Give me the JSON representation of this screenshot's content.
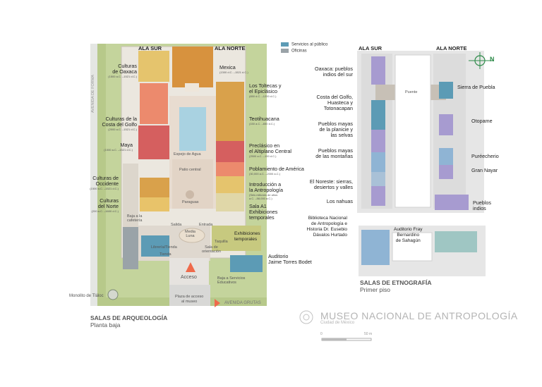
{
  "legend": [
    {
      "label": "Servicios al público",
      "color": "#5c9bb5"
    },
    {
      "label": "Oficinas",
      "color": "#9aa3a8"
    }
  ],
  "ground_floor": {
    "headers": {
      "south": "ALA SUR",
      "north": "ALA NORTE"
    },
    "street": "AVENIDA DE FORMA",
    "rooms_left": [
      {
        "name": "Culturas\nde Oaxaca",
        "dates": "(1500 a.C. –1521 d.C.)"
      },
      {
        "name": "Culturas de la\nCosta del Golfo",
        "dates": "(2000 a.C. –1521 d.C.)"
      },
      {
        "name": "Maya",
        "dates": "(1000 a.C. –1521 d.C.)"
      },
      {
        "name": "Culturas de\nOccidente",
        "dates": "(1500 a.C. –1521 d.C.)"
      },
      {
        "name": "Culturas\ndel Norte",
        "dates": "(200 a.C. –1600 d.C.)"
      }
    ],
    "rooms_right": [
      {
        "name": "Mexica",
        "dates": "(1300 d.C. –1521 d.C.)"
      },
      {
        "name": "Los Toltecas y\nel Epiclásico",
        "dates": "(650 d.C. –1200 d.C.)"
      },
      {
        "name": "Teotihuacana",
        "dates": "(150 a.C. –650 d.C.)"
      },
      {
        "name": "Preclásico en\nel Altiplano Central",
        "dates": "(2500 a.C. –100 d.C.)"
      },
      {
        "name": "Poblamiento de América",
        "dates": "(30,000 a.C. –2000 a.C.)"
      },
      {
        "name": "Introducción a\nla Antropología",
        "dates": "(Seis millones de años\na.C. –58,000 a.C.)"
      },
      {
        "name": "Sala A1\nExhibiciones\ntemporales",
        "dates": ""
      }
    ],
    "inner": {
      "mirror": "Espejo de Agua",
      "patio": "Patio central",
      "umbrella": "Paraguas",
      "exit": "Salida",
      "entry": "Entrada",
      "halfmoon": "Media\nLuna",
      "temporary": "Exhibiciones\ntemporales",
      "ticket": "Taquilla",
      "guide": "Sala de\norientación",
      "store": "Tienda",
      "bookstore": "Librería/Tienda",
      "gallery": "Baja a la\ncafetería",
      "access": "Acceso",
      "plaza": "Plaza de acceso\nal museo",
      "education": "Baja a Servicios\nEducativos",
      "auditorio": "Auditorio\nJaime Torres Bodet",
      "monolith": "Monolito de Tláloc",
      "caves": "AVENIDA GRUTAS"
    },
    "caption_title": "SALAS DE ARQUEOLOGÍA",
    "caption_sub": "Planta baja"
  },
  "first_floor": {
    "headers": {
      "south": "ALA SUR",
      "north": "ALA NORTE"
    },
    "bridge": "Puente",
    "rooms_left": [
      "Oaxaca: pueblos\nindios del sur",
      "Costa del Golfo,\nHuasteca y\nTotonacapan",
      "Pueblos mayas\nde la planicie y\nlas selvas",
      "Pueblos mayas\nde las montañas",
      "El Noreste: sierras,\ndesiertos y valles",
      "Los nahuas",
      "Biblioteca Nacional\nde Antropología e\nHistoria Dr. Eusebio\nDávalos Hurtado"
    ],
    "rooms_right": [
      "Sierra de Puebla",
      "Otopame",
      "Puréecherio",
      "Gran Nayar",
      "Pueblos\nindios",
      "Auditorio Fray\nBernardino\nde Sahagún"
    ],
    "caption_title": "SALAS DE ETNOGRAFÍA",
    "caption_sub": "Primer piso"
  },
  "compass": "N",
  "brand": "MUSEO NACIONAL DE ANTROPOLOGÍA",
  "brand_sub": "Ciudad de México",
  "scale": {
    "start": "0",
    "end": "50 m"
  }
}
